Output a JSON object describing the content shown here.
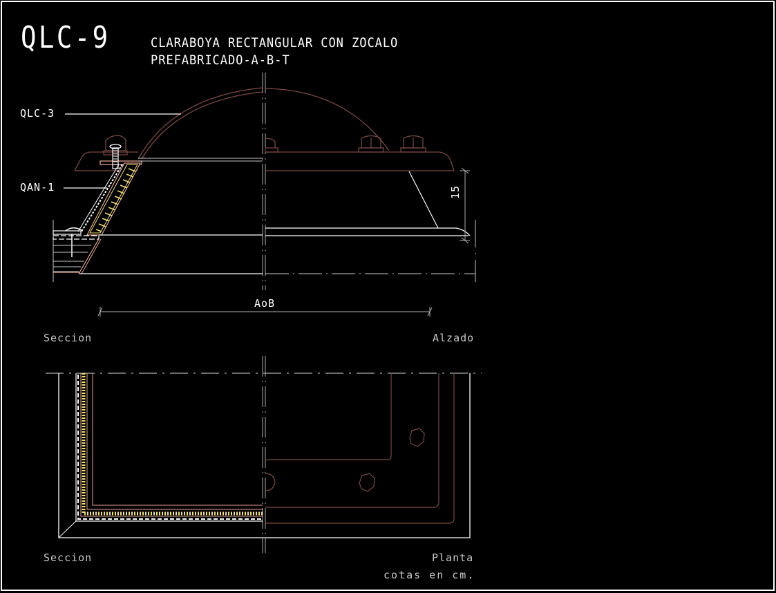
{
  "drawing": {
    "code": "QLC-9",
    "title_line1": "CLARABOYA RECTANGULAR CON ZOCALO",
    "title_line2": "PREFABRICADO-A-B-T",
    "callouts": [
      {
        "label": "QLC-3"
      },
      {
        "label": "QAN-1"
      }
    ],
    "dimensions": {
      "height": "15",
      "width": "AoB"
    },
    "view_labels": {
      "top_left": "Seccion",
      "top_right": "Alzado",
      "bottom_left": "Seccion",
      "bottom_right": "Planta"
    },
    "units_note": "cotas en cm."
  },
  "colors": {
    "background": "#000000",
    "line_white": "#ffffff",
    "line_gray": "#a0a0a0",
    "line_brown": "#7a4a44",
    "line_pink": "#e0a090",
    "insulation_yellow": "#f0e070"
  }
}
